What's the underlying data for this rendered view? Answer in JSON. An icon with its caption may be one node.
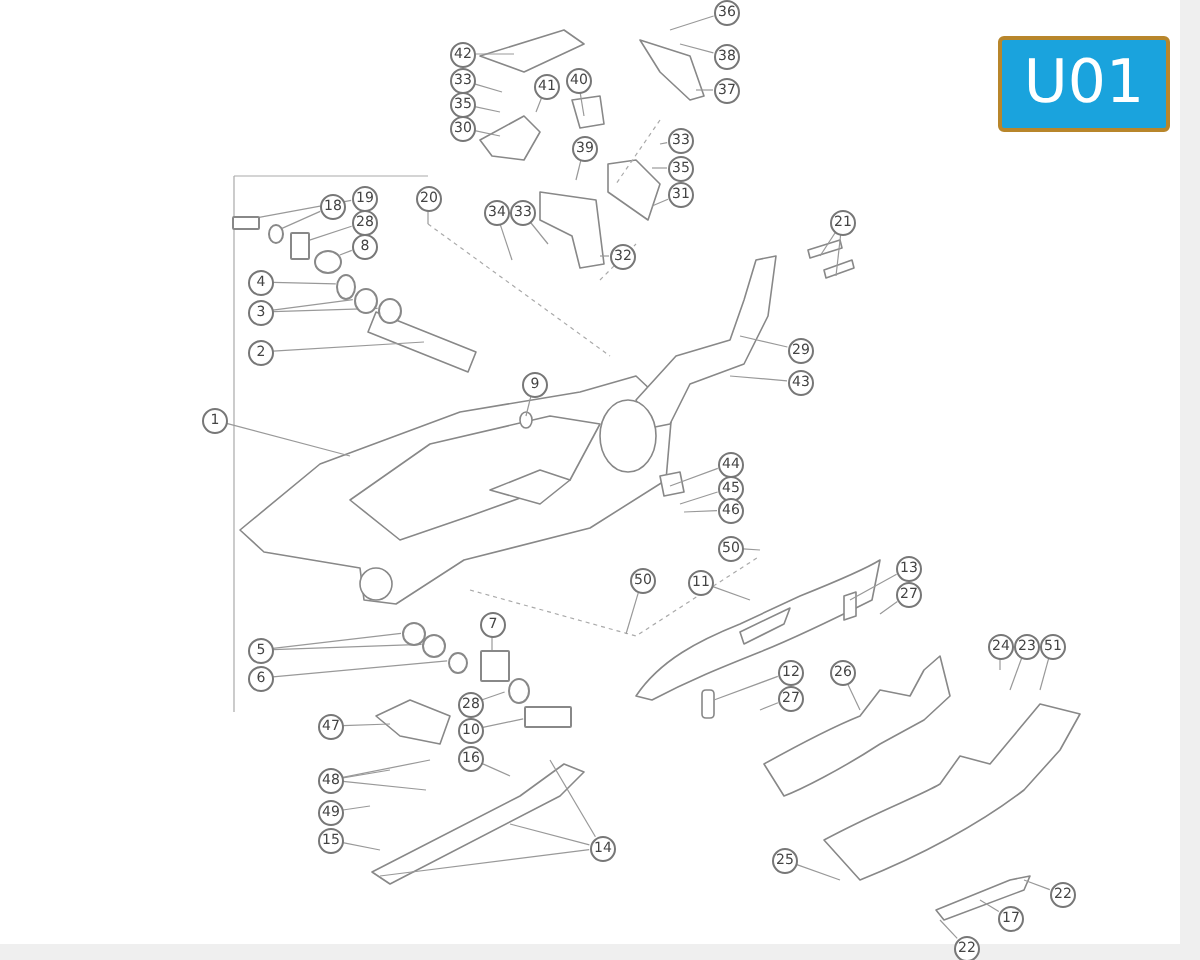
{
  "diagram": {
    "nodes": [
      {
        "text": [
          "U01"
        ]
      },
      {
        "text": [
          "36"
        ]
      },
      {
        "text": [
          "42"
        ]
      },
      {
        "text": [
          "38"
        ]
      },
      {
        "text": [
          "33"
        ]
      },
      {
        "text": [
          "41"
        ]
      },
      {
        "text": [
          "40"
        ]
      },
      {
        "text": [
          "37"
        ]
      },
      {
        "text": [
          "35"
        ]
      },
      {
        "text": [
          "30"
        ]
      },
      {
        "text": [
          "33"
        ]
      },
      {
        "text": [
          "39"
        ]
      },
      {
        "text": [
          "35"
        ]
      },
      {
        "text": [
          "31"
        ]
      },
      {
        "text": [
          "19"
        ]
      },
      {
        "text": [
          "20"
        ]
      },
      {
        "text": [
          "18"
        ]
      },
      {
        "text": [
          "34"
        ]
      },
      {
        "text": [
          "33"
        ]
      },
      {
        "text": [
          "21"
        ]
      },
      {
        "text": [
          "28"
        ]
      },
      {
        "text": [
          "8"
        ]
      },
      {
        "text": [
          "32"
        ]
      },
      {
        "text": [
          "4"
        ]
      },
      {
        "text": [
          "3"
        ]
      },
      {
        "text": [
          "29"
        ]
      },
      {
        "text": [
          "2"
        ]
      },
      {
        "text": [
          "43"
        ]
      },
      {
        "text": [
          "9"
        ]
      },
      {
        "text": [
          "1"
        ]
      },
      {
        "text": [
          "44"
        ]
      },
      {
        "text": [
          "45"
        ]
      },
      {
        "text": [
          "46"
        ]
      },
      {
        "text": [
          "50"
        ]
      },
      {
        "text": [
          "13"
        ]
      },
      {
        "text": [
          "50"
        ]
      },
      {
        "text": [
          "11"
        ]
      },
      {
        "text": [
          "27"
        ]
      },
      {
        "text": [
          "7"
        ]
      },
      {
        "text": [
          "24"
        ]
      },
      {
        "text": [
          "23"
        ]
      },
      {
        "text": [
          "51"
        ]
      },
      {
        "text": [
          "5"
        ]
      },
      {
        "text": [
          "12"
        ]
      },
      {
        "text": [
          "26"
        ]
      },
      {
        "text": [
          "6"
        ]
      },
      {
        "text": [
          "27"
        ]
      },
      {
        "text": [
          "28"
        ]
      },
      {
        "text": [
          "47"
        ]
      },
      {
        "text": [
          "10"
        ]
      },
      {
        "text": [
          "16"
        ]
      },
      {
        "text": [
          "48"
        ]
      },
      {
        "text": [
          "49"
        ]
      },
      {
        "text": [
          "15"
        ]
      },
      {
        "text": [
          "14"
        ]
      },
      {
        "text": [
          "25"
        ]
      },
      {
        "text": [
          "22"
        ]
      },
      {
        "text": [
          "17"
        ]
      },
      {
        "text": [
          "22"
        ]
      },
      {
        "text": [],
        "shape": "circle"
      },
      {
        "text": [],
        "shape": "circle"
      },
      {
        "text": [],
        "shape": "circle"
      },
      {
        "text": [],
        "shape": "circle"
      },
      {
        "text": [],
        "shape": "circle"
      },
      {
        "text": [],
        "shape": "circle"
      },
      {
        "text": [],
        "shape": "circle"
      },
      {
        "text": [],
        "shape": "box"
      },
      {
        "text": [],
        "shape": "circle"
      },
      {
        "text": [],
        "shape": "box"
      },
      {
        "text": [],
        "shape": "circle"
      },
      {
        "text": [],
        "shape": "box"
      },
      {
        "text": [],
        "shape": "box"
      }
    ],
    "edges": [
      {
        "from": 1,
        "to": null,
        "arrow": "none"
      },
      {
        "from": 2,
        "to": null,
        "arrow": "none"
      },
      {
        "from": 3,
        "to": null,
        "arrow": "none"
      },
      {
        "from": 4,
        "to": null,
        "arrow": "none"
      },
      {
        "from": 5,
        "to": null,
        "arrow": "none"
      },
      {
        "from": 6,
        "to": null,
        "arrow": "none"
      },
      {
        "from": 7,
        "to": null,
        "arrow": "none"
      },
      {
        "from": 8,
        "to": null,
        "arrow": "none"
      },
      {
        "from": 9,
        "to": null,
        "arrow": "none"
      },
      {
        "from": 10,
        "to": null,
        "arrow": "none"
      },
      {
        "from": 11,
        "to": null,
        "arrow": "none"
      },
      {
        "from": 12,
        "to": null,
        "arrow": "none"
      },
      {
        "from": 13,
        "to": null,
        "arrow": "none"
      },
      {
        "from": 14,
        "to": 70,
        "arrow": "none"
      },
      {
        "from": 15,
        "to": null,
        "arrow": "none"
      },
      {
        "from": 16,
        "to": 67,
        "arrow": "none"
      },
      {
        "from": 17,
        "to": null,
        "arrow": "none"
      },
      {
        "from": 18,
        "to": null,
        "arrow": "none"
      },
      {
        "from": 19,
        "to": null,
        "arrow": "none"
      },
      {
        "from": 19,
        "to": null,
        "arrow": "none"
      },
      {
        "from": 20,
        "to": 68,
        "arrow": "none"
      },
      {
        "from": 21,
        "to": 63,
        "arrow": "none"
      },
      {
        "from": 22,
        "to": null,
        "arrow": "none"
      },
      {
        "from": 23,
        "to": 59,
        "arrow": "none"
      },
      {
        "from": 24,
        "to": 60,
        "arrow": "none"
      },
      {
        "from": 24,
        "to": 61,
        "arrow": "none"
      },
      {
        "from": 25,
        "to": null,
        "arrow": "none"
      },
      {
        "from": 26,
        "to": null,
        "arrow": "none"
      },
      {
        "from": 27,
        "to": null,
        "arrow": "none"
      },
      {
        "from": 28,
        "to": null,
        "arrow": "none"
      },
      {
        "from": 29,
        "to": null,
        "arrow": "none"
      },
      {
        "from": 30,
        "to": null,
        "arrow": "none"
      },
      {
        "from": 31,
        "to": null,
        "arrow": "none"
      },
      {
        "from": 32,
        "to": null,
        "arrow": "none"
      },
      {
        "from": 33,
        "to": null,
        "arrow": "none"
      },
      {
        "from": 34,
        "to": null,
        "arrow": "none"
      },
      {
        "from": 35,
        "to": null,
        "arrow": "none"
      },
      {
        "from": 36,
        "to": null,
        "arrow": "none"
      },
      {
        "from": 37,
        "to": null,
        "arrow": "none"
      },
      {
        "from": 38,
        "to": 66,
        "arrow": "none"
      },
      {
        "from": 39,
        "to": null,
        "arrow": "none"
      },
      {
        "from": 40,
        "to": null,
        "arrow": "none"
      },
      {
        "from": 41,
        "to": null,
        "arrow": "none"
      },
      {
        "from": 42,
        "to": 64,
        "arrow": "none"
      },
      {
        "from": 42,
        "to": 65,
        "arrow": "none"
      },
      {
        "from": 43,
        "to": null,
        "arrow": "none"
      },
      {
        "from": 44,
        "to": null,
        "arrow": "none"
      },
      {
        "from": 45,
        "to": 62,
        "arrow": "none"
      },
      {
        "from": 46,
        "to": null,
        "arrow": "none"
      },
      {
        "from": 47,
        "to": 69,
        "arrow": "none"
      },
      {
        "from": 48,
        "to": null,
        "arrow": "none"
      },
      {
        "from": 49,
        "to": 71,
        "arrow": "none"
      },
      {
        "from": 50,
        "to": null,
        "arrow": "none"
      },
      {
        "from": 51,
        "to": null,
        "arrow": "none"
      },
      {
        "from": 51,
        "to": null,
        "arrow": "none"
      },
      {
        "from": 51,
        "to": null,
        "arrow": "none"
      },
      {
        "from": 52,
        "to": null,
        "arrow": "none"
      },
      {
        "from": 53,
        "to": null,
        "arrow": "none"
      },
      {
        "from": 54,
        "to": null,
        "arrow": "none"
      },
      {
        "from": 54,
        "to": null,
        "arrow": "none"
      },
      {
        "from": 54,
        "to": null,
        "arrow": "none"
      },
      {
        "from": 55,
        "to": null,
        "arrow": "none"
      },
      {
        "from": 56,
        "to": null,
        "arrow": "none"
      },
      {
        "from": 57,
        "to": null,
        "arrow": "none"
      },
      {
        "from": 58,
        "to": null,
        "arrow": "none"
      }
    ]
  }
}
